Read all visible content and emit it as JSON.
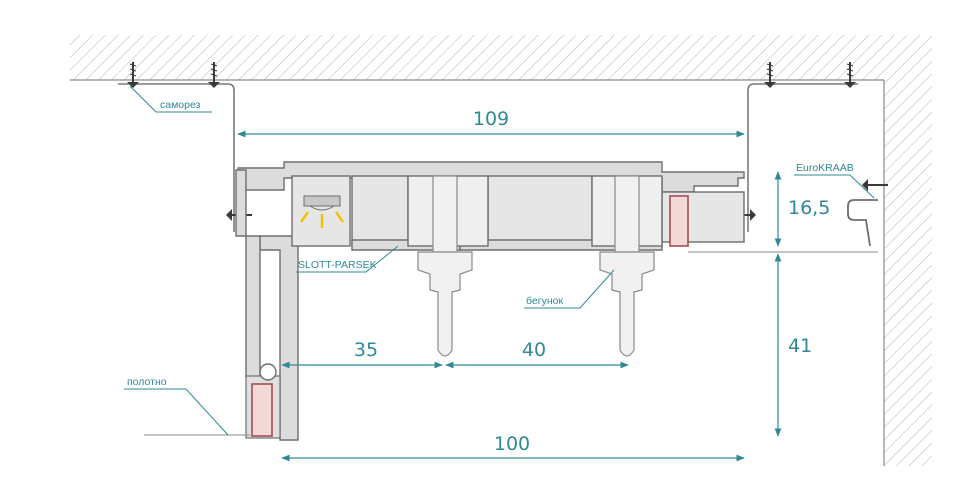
{
  "labels": {
    "screw": "саморез",
    "slott": "SLOTT-PARSEK",
    "runner": "бегунок",
    "canvas": "полотно",
    "euro": "EuroKRAAB"
  },
  "dimensions": {
    "top_width": "109",
    "height_upper": "16,5",
    "height_lower": "41",
    "left_offset": "35",
    "runner_spacing": "40",
    "bottom_width": "100"
  },
  "colors": {
    "dimension": "#2f8a96",
    "profile": "#6f6f6f",
    "profile_fill": "#d9d9d9",
    "hatch": "#b0b0b0",
    "led": "#f2c200"
  }
}
